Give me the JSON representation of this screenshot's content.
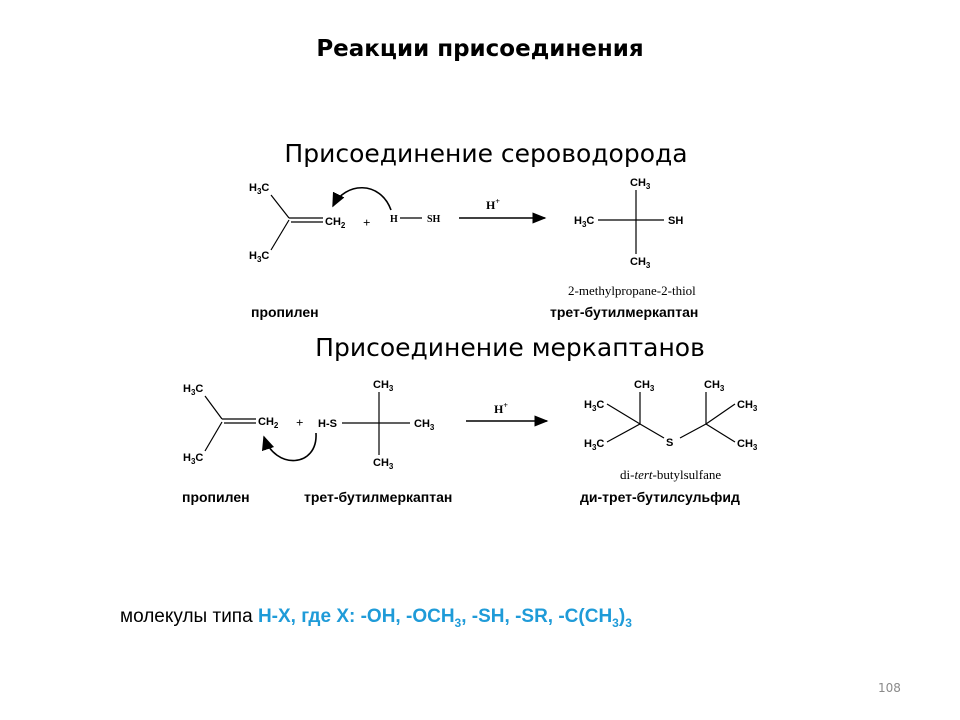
{
  "title": "Реакции присоединения",
  "section1": {
    "heading": "Присоединение сероводорода",
    "reactant_label": "пропилен",
    "product_iupac": "2-methylpropane-2-thiol",
    "product_label": "трет-бутилмеркаптан",
    "catalyst": "H",
    "catalyst_sup": "+",
    "plus": "+",
    "h_atom": "H",
    "sh_group": "SH"
  },
  "section2": {
    "heading": "Присоединение меркаптанов",
    "reactant1_label": "пропилен",
    "reactant2_label": "трет-бутилмеркаптан",
    "product_iupac_pre": "di-",
    "product_iupac_italic": "tert",
    "product_iupac_post": "-butylsulfane",
    "product_label": "ди-трет-бутилсульфид",
    "catalyst": "H",
    "catalyst_sup": "+",
    "plus": "+",
    "hs_group": "H-S",
    "s_atom": "S"
  },
  "atoms": {
    "H": "H",
    "C": "C",
    "CH": "CH",
    "SH": "SH",
    "sub2": "2",
    "sub3": "3"
  },
  "footer": {
    "prefix": "молекулы типа ",
    "highlight_1": "H-X, где X: -OH, -OCH",
    "sub_1": "3",
    "highlight_2": ", -SH, -SR, -C(CH",
    "sub_2": "3",
    "highlight_3": ")",
    "sub_3": "3"
  },
  "page_number": "108",
  "colors": {
    "highlight": "#1f9bd8",
    "page_number": "#8a8a8a"
  }
}
